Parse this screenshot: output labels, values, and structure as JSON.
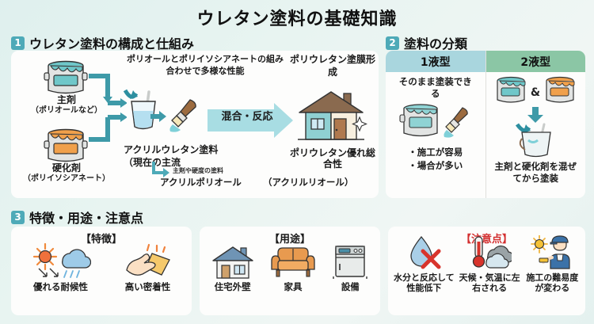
{
  "title": "ウレタン塗料の基礎知識",
  "colors": {
    "accent_teal": "#4eaab8",
    "header_1eki": "#a9d6de",
    "header_2eki": "#8bc6a5",
    "arrow_teal": "#3e9aa8",
    "mix_arrow": "#a8dde3",
    "warn_red": "#d32f2f",
    "can_main": "#6fc7c9",
    "can_hard": "#f0a04b",
    "background": "#e4f1ef"
  },
  "section1": {
    "number": "1",
    "heading": "ウレタン塗料の構成と仕組み",
    "main_agent": {
      "label": "主剤",
      "sub": "（ポリオールなど）"
    },
    "hardener": {
      "label": "硬化剤",
      "sub": "（ポリイソシアネート）"
    },
    "combo_text": "ポリオールとポリイソシアネートの組み合わせで多様な性能",
    "mix_label": "混合・反応",
    "film_text": "ポリウレタン塗膜形成",
    "house_label": "ポリウレタン優れ総合性",
    "acryl_text": "アクリルウレタン塗料（現在の主流",
    "small_note": "主剤や硬度の塗料",
    "acryl_polyol": "アクリルポリオール",
    "acryl_paren": "（アクリルリオール）",
    "icons": [
      "paint-can-icon",
      "paint-can-icon",
      "mixing-cup-icon",
      "paint-brush-icon",
      "house-icon"
    ]
  },
  "section2": {
    "number": "2",
    "heading": "塗料の分類",
    "columns": [
      {
        "header": "1液型",
        "desc": "そのまま塗装できる",
        "icon": "paint-can-brush-icon",
        "bullets": [
          "・施工が容易",
          "・場合が多い"
        ]
      },
      {
        "header": "2液型",
        "desc": "",
        "amp": "&",
        "icon": "two-cans-bucket-icon",
        "note": "主剤と硬化剤を混ぜてから塗装"
      }
    ]
  },
  "section3": {
    "number": "3",
    "heading": "特徴・用途・注意点",
    "panels": [
      {
        "title": "【特徴】",
        "items": [
          {
            "label": "優れる耐候性",
            "icon": "sun-rain-icon"
          },
          {
            "label": "高い密着性",
            "icon": "hand-cloth-icon"
          }
        ]
      },
      {
        "title": "【用途】",
        "items": [
          {
            "label": "住宅外壁",
            "icon": "house-icon"
          },
          {
            "label": "家具",
            "icon": "sofa-icon"
          },
          {
            "label": "設備",
            "icon": "appliance-icon"
          }
        ]
      },
      {
        "title": "【注意点】",
        "items": [
          {
            "label": "水分と反応して性能低下",
            "icon": "water-drop-x-icon"
          },
          {
            "label": "天候・気温に左右される",
            "icon": "thermometer-cloud-icon"
          },
          {
            "label": "施工の難易度が変わる",
            "icon": "worker-sun-icon"
          }
        ]
      }
    ]
  }
}
